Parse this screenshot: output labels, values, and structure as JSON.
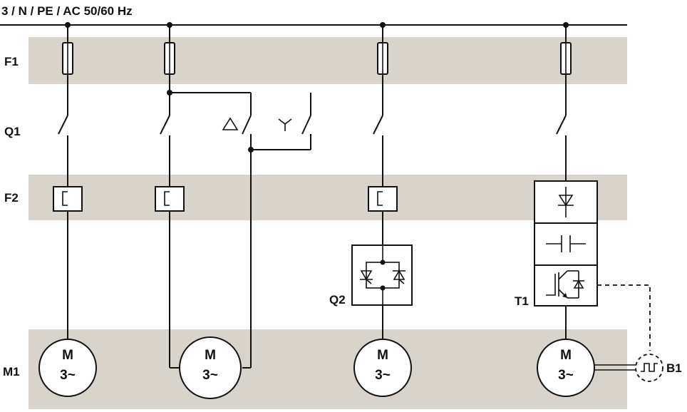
{
  "supply_label": "3 / N / PE / AC 50/60 Hz",
  "rows": {
    "f1": "F1",
    "q1": "Q1",
    "f2": "F2",
    "m1": "M1"
  },
  "q2_label": "Q2",
  "t1_label": "T1",
  "b1_label": "B1",
  "motor_text": {
    "top": "M",
    "bottom": "3~"
  }
}
